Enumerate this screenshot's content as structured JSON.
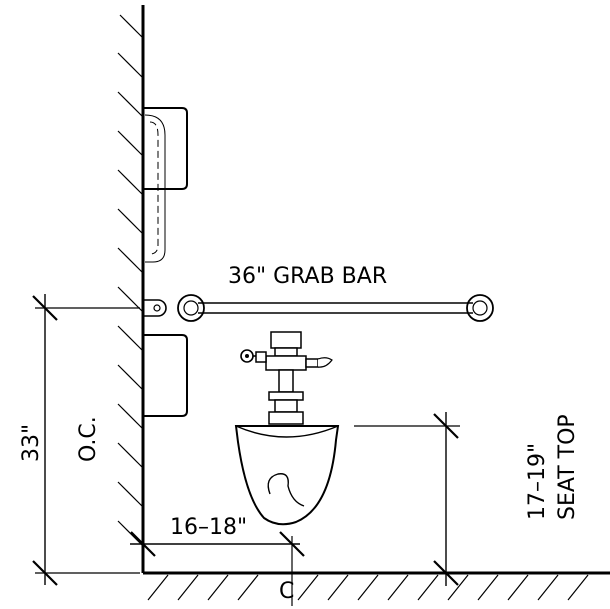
{
  "labels": {
    "grab_bar": "36\" GRAB BAR",
    "grab_bar_height": "33\"",
    "grab_bar_height_ref": "O.C.",
    "centerline_dim": "16–18\"",
    "seat_height": "17–19\"",
    "seat_height_ref": "SEAT TOP",
    "centerline_mark": "C"
  }
}
